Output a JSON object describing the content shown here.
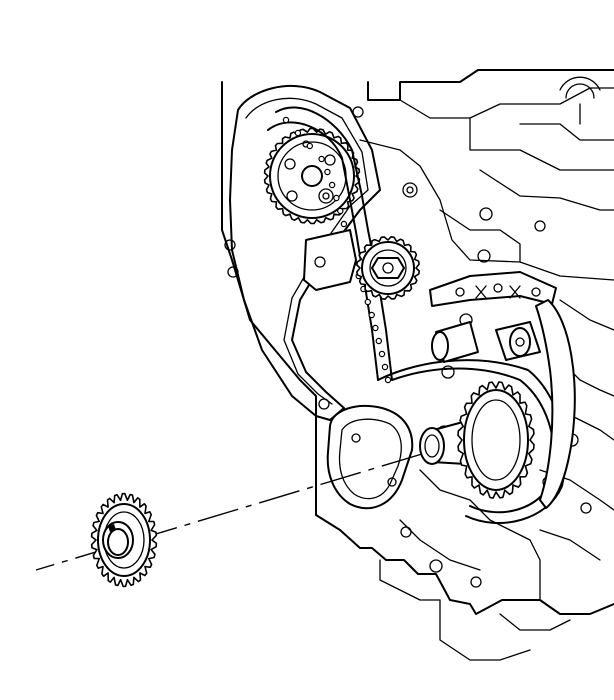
{
  "figure": {
    "kind": "technical-line-illustration",
    "subject_parts": [
      "engine-block",
      "timing-chain",
      "camshaft-sprocket",
      "chain-tensioner",
      "chain-guide",
      "crankshaft-nose",
      "crankshaft-sprocket",
      "installation-centerline"
    ],
    "colors": {
      "line": "#000000",
      "background": "#ffffff"
    }
  }
}
